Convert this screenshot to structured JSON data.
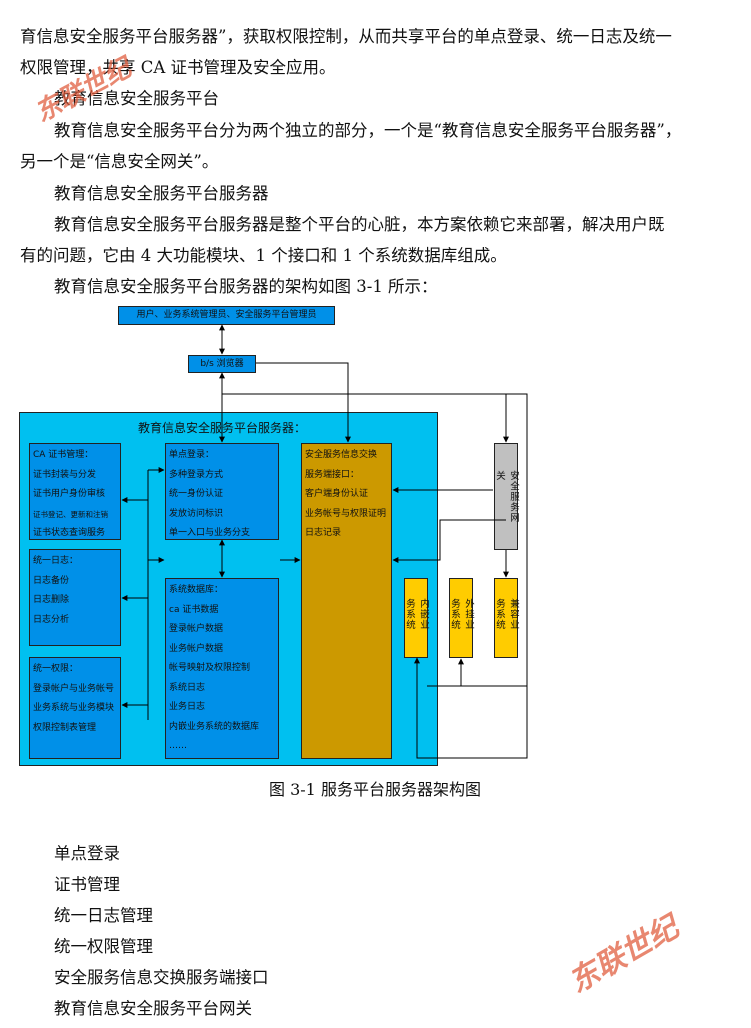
{
  "paragraphs": [
    "育信息安全服务平台服务器”，获取权限控制，从而共享平台的单点登录、统一日志及统一",
    "权限管理，共享 CA 证书管理及安全应用。",
    "教育信息安全服务平台",
    "教育信息安全服务平台分为两个独立的部分，一个是“教育信息安全服务平台服务器”，",
    "另一个是“信息安全网关”。",
    "教育信息安全服务平台服务器",
    "教育信息安全服务平台服务器是整个平台的心脏，本方案依赖它来部署，解决用户既",
    "有的问题，它由 4 大功能模块、1 个接口和 1 个系统数据库组成。",
    "教育信息安全服务平台服务器的架构如图 3-1 所示："
  ],
  "diagram": {
    "users": "用户、业务系统管理员、安全服务平台管理员",
    "browser": "b/s 浏览器",
    "server_title": "教育信息安全服务平台服务器：",
    "ca": [
      "CA 证书管理：",
      "证书封装与分发",
      "证书用户身份审核",
      "证书登记、更新和注销",
      "证书状态查询服务"
    ],
    "sso": [
      "单点登录：",
      "多种登录方式",
      "统一身份认证",
      "发放访问标识",
      "单一入口与业务分支"
    ],
    "log": [
      "统一日志：",
      "日志备份",
      "日志删除",
      "日志分析"
    ],
    "db": [
      "系统数据库：",
      "ca 证书数据",
      "登录帐户数据",
      "业务帐户数据",
      "帐号映射及权限控制",
      "系统日志",
      "业务日志",
      "内嵌业务系统的数据库",
      "……"
    ],
    "perm": [
      "统一权限：",
      "登录帐户与业务帐号",
      "业务系统与业务模块",
      "权限控制表管理"
    ],
    "interface": [
      "安全服务信息交换",
      "服务端接口：",
      "客户端身份认证",
      "业务帐号与权限证明",
      "日志记录"
    ],
    "gateway": "安全服务网关",
    "embedded": "内嵌业务系统",
    "plugin": "外挂业务系统",
    "compatible": "兼容业务系统",
    "colors": {
      "cyan": "#00c0f0",
      "blue": "#0090e8",
      "gold": "#cc9900",
      "yellow": "#ffcc00",
      "gray": "#c0c0c0"
    }
  },
  "caption": "图 3-1  服务平台服务器架构图",
  "list": [
    "单点登录",
    "证书管理",
    "统一日志管理",
    "统一权限管理",
    "安全服务信息交换服务端接口",
    "教育信息安全服务平台网关"
  ],
  "watermark": "东联世纪"
}
